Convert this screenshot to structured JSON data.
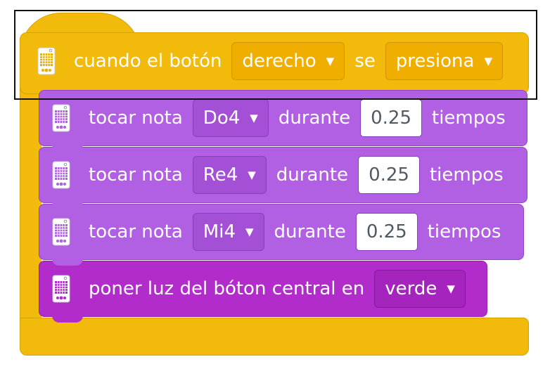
{
  "hat_block": {
    "label_before": "cuando el botón",
    "button_dropdown": "derecho",
    "label_middle": "se",
    "action_dropdown": "presiona",
    "icon": "hub-icon"
  },
  "blocks": [
    {
      "label": "tocar nota",
      "note": "Do4",
      "label_mid": "durante",
      "value": "0.25",
      "label_end": "tiempos"
    },
    {
      "label": "tocar nota",
      "note": "Re4",
      "label_mid": "durante",
      "value": "0.25",
      "label_end": "tiempos"
    },
    {
      "label": "tocar nota",
      "note": "Mi4",
      "label_mid": "durante",
      "value": "0.25",
      "label_end": "tiempos"
    }
  ],
  "light_block": {
    "label": "poner luz del bóton central en",
    "color_dropdown": "verde"
  },
  "dropdown_arrow": "▼",
  "colors": {
    "event_yellow": "#F2BB0B",
    "sound_purple": "#B15FE3",
    "light_magenta": "#B22CCC"
  }
}
